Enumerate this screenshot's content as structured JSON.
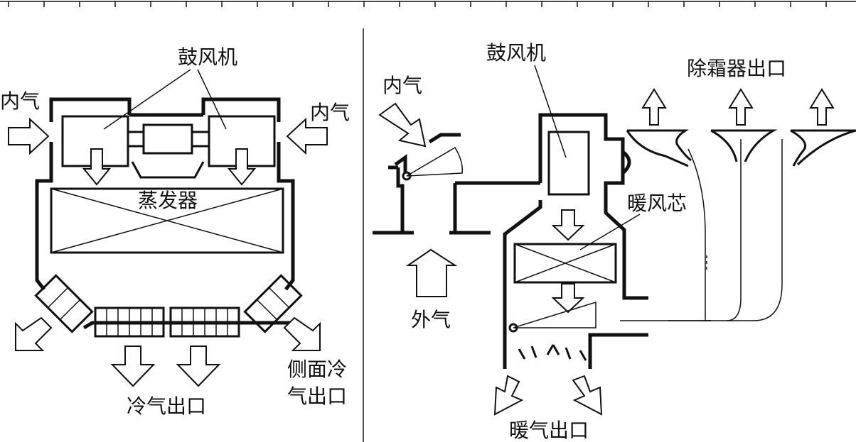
{
  "left_panel": {
    "blower_label": "鼓风机",
    "inner_air_left": "内气",
    "inner_air_right": "内气",
    "evaporator_label": "蒸发器",
    "cold_outlet_label": "冷气出口",
    "side_outlet_line1": "侧面冷",
    "side_outlet_line2": "气出口"
  },
  "right_panel": {
    "blower_label": "鼓风机",
    "defrost_outlet_label": "除霜器出口",
    "inner_air_label": "内气",
    "heater_core_label": "暖风芯",
    "outer_air_label": "外气",
    "warm_outlet_label": "暖气出口"
  }
}
